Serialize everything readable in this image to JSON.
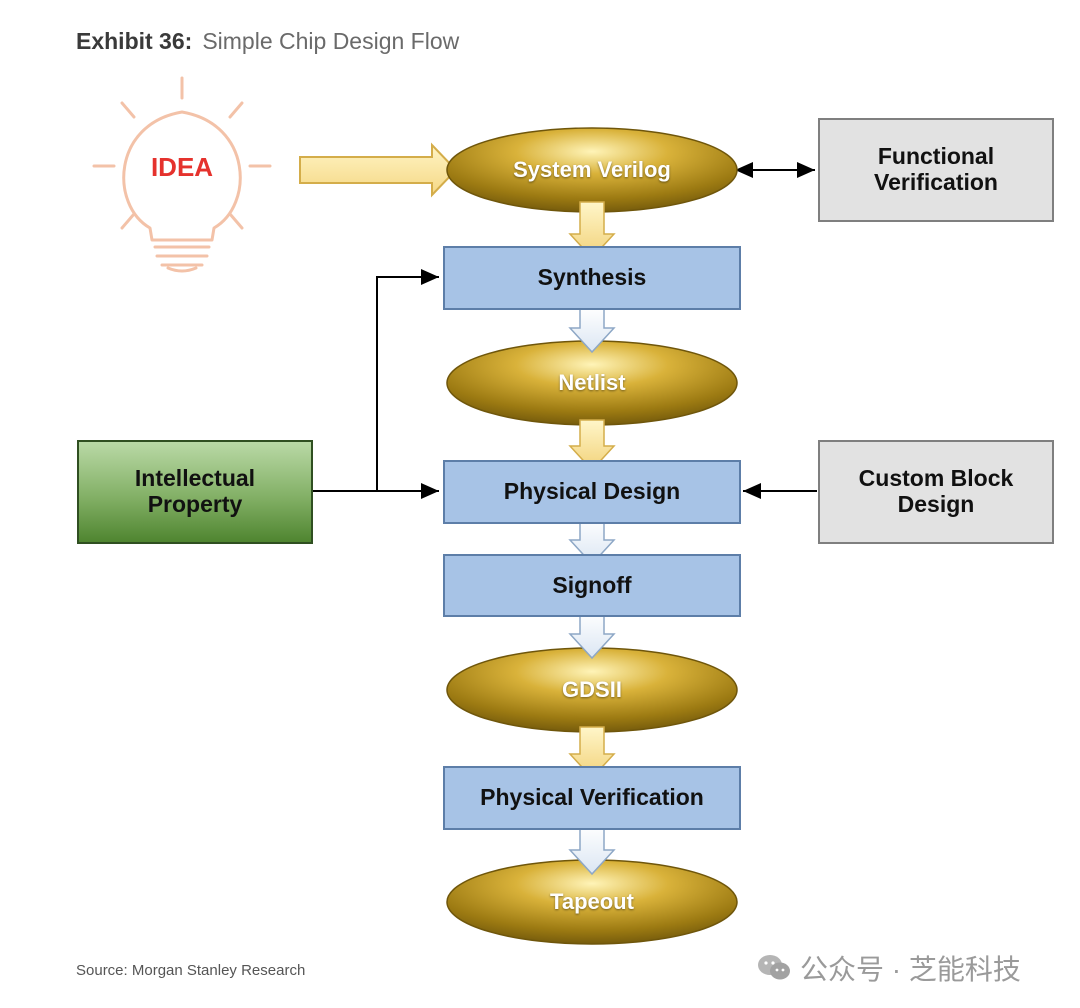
{
  "header": {
    "exhibit_label": "Exhibit 36:",
    "exhibit_title": "Simple Chip Design Flow"
  },
  "idea": {
    "label": "IDEA"
  },
  "flow": {
    "system_verilog": "System Verilog",
    "synthesis": "Synthesis",
    "netlist": "Netlist",
    "physical_design": "Physical Design",
    "signoff": "Signoff",
    "gdsii": "GDSII",
    "physical_verification": "Physical Verification",
    "tapeout": "Tapeout"
  },
  "side": {
    "functional_verification": "Functional\nVerification",
    "custom_block_design": "Custom Block\nDesign",
    "intellectual_property": "Intellectual\nProperty"
  },
  "footer": {
    "source": "Source: Morgan Stanley Research",
    "watermark": "公众号 · 芝能科技"
  },
  "colors": {
    "process_box": "#a7c3e6",
    "gold_ellipse": "#c9a227",
    "side_box": "#e2e2e2",
    "ip_box": "#6a9e4c",
    "idea_accent": "#e5322d"
  }
}
